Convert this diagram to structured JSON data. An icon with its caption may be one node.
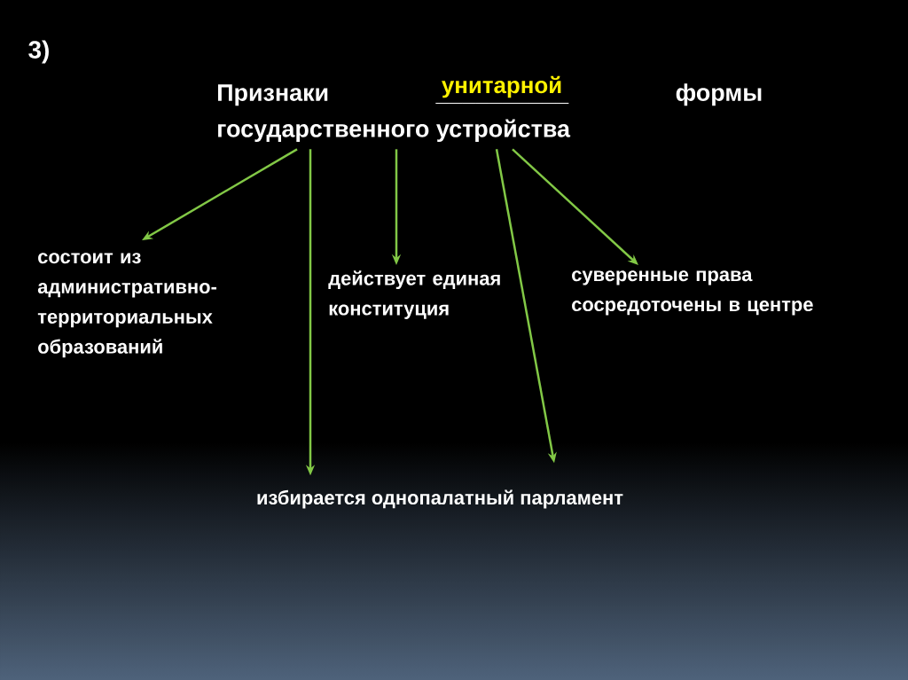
{
  "diagram": {
    "nodes": [
      {
        "text": [
          "Признаки __________ формы государственного устройства"
        ]
      },
      {
        "text": [
          "унитарной"
        ],
        "in": 0
      },
      {
        "text": [
          "состоит из административно-территориальных образований"
        ]
      },
      {
        "text": [
          "действует единая конституция"
        ]
      },
      {
        "text": [
          "суверенные права сосредоточены в центре"
        ]
      },
      {
        "text": [
          "избирается однопалатный парламент"
        ]
      }
    ],
    "edges": [
      {
        "from": 0,
        "to": 2,
        "arrow": "to"
      },
      {
        "from": 0,
        "to": 5,
        "arrow": "to"
      },
      {
        "from": 0,
        "to": 3,
        "arrow": "to"
      },
      {
        "from": 0,
        "to": 5,
        "arrow": "to"
      },
      {
        "from": 0,
        "to": 4,
        "arrow": "to"
      }
    ],
    "labels": [
      "3)"
    ]
  }
}
